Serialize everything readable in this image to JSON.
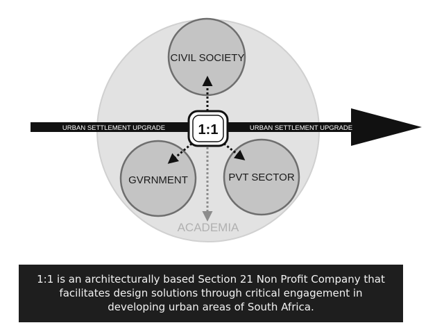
{
  "diagram": {
    "center_label": "1:1",
    "arrow_left_label": "URBAN SETTLEMENT UPGRADE",
    "arrow_right_label": "URBAN SETTLEMENT UPGRADE",
    "nodes": {
      "civil_society": "CIVIL SOCIETY",
      "government": "GVRNMENT",
      "private_sector": "PVT SECTOR"
    },
    "outer_label": "ACADEMIA",
    "colors": {
      "outer_circle_fill": "#e2e2e2",
      "node_fill": "#c4c4c4",
      "node_stroke": "#6e6e6e",
      "arrow_fill": "#111111",
      "academia_text": "#b0b0b0",
      "connector": "#111111",
      "academia_connector": "#8c8c8c"
    }
  },
  "caption": {
    "text": "1:1 is an architecturally based Section 21 Non Profit Company that facilitates design solutions through critical engagement in developing urban areas of South Africa."
  }
}
